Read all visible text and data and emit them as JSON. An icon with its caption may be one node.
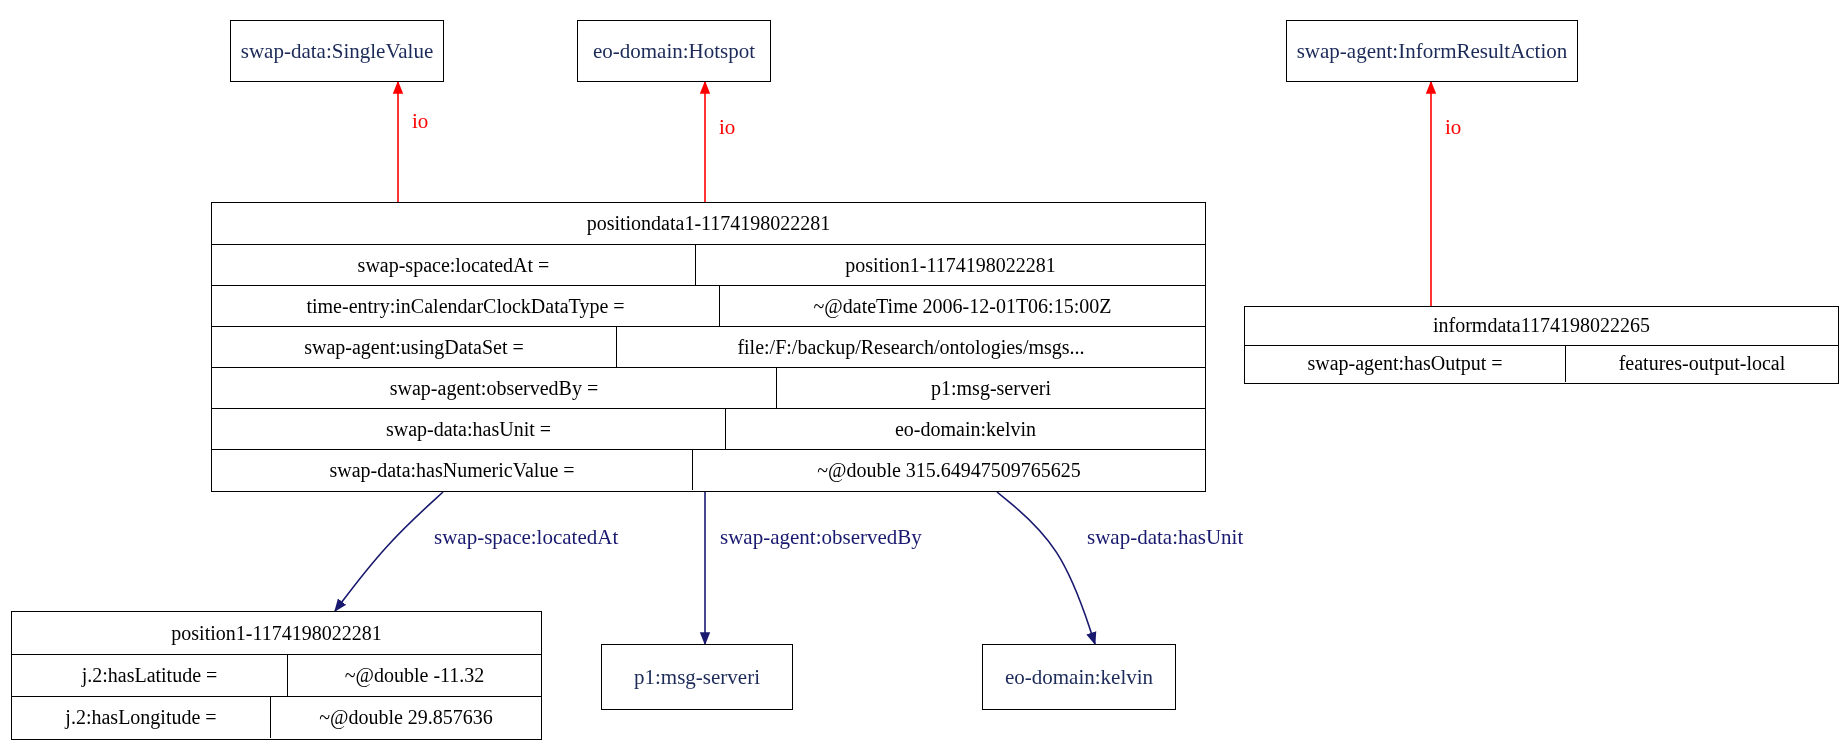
{
  "diagram": {
    "nodes": [
      {
        "text": [
          "swap-data:SingleValue"
        ]
      },
      {
        "text": [
          "eo-domain:Hotspot"
        ]
      },
      {
        "text": [
          "swap-agent:InformResultAction"
        ]
      },
      {
        "text": [
          "positiondata1-1174198022281",
          "swap-space:locatedAt =",
          "position1-1174198022281",
          "time-entry:inCalendarClockDataType =",
          "~@dateTime 2006-12-01T06:15:00Z",
          "swap-agent:usingDataSet =",
          "file:/F:/backup/Research/ontologies/msgs...",
          "swap-agent:observedBy =",
          "p1:msg-serveri",
          "swap-data:hasUnit =",
          "eo-domain:kelvin",
          "swap-data:hasNumericValue =",
          "~@double 315.64947509765625"
        ]
      },
      {
        "text": [
          "informdata1174198022265",
          "swap-agent:hasOutput =",
          "features-output-local"
        ]
      },
      {
        "text": [
          "position1-1174198022281",
          "j.2:hasLatitude =",
          "~@double -11.32",
          "j.2:hasLongitude =",
          "~@double 29.857636"
        ]
      },
      {
        "text": [
          "p1:msg-serveri"
        ]
      },
      {
        "text": [
          "eo-domain:kelvin"
        ]
      }
    ],
    "edges": [
      {
        "from": 3,
        "to": 0,
        "arrow": "to",
        "label": "io",
        "color": "#ff0000"
      },
      {
        "from": 3,
        "to": 1,
        "arrow": "to",
        "label": "io",
        "color": "#ff0000"
      },
      {
        "from": 4,
        "to": 2,
        "arrow": "to",
        "label": "io",
        "color": "#ff0000"
      },
      {
        "from": 3,
        "to": 5,
        "arrow": "to",
        "label": "swap-space:locatedAt",
        "color": "#191970"
      },
      {
        "from": 3,
        "to": 6,
        "arrow": "to",
        "label": "swap-agent:observedBy",
        "color": "#191970"
      },
      {
        "from": 3,
        "to": 7,
        "arrow": "to",
        "label": "swap-data:hasUnit",
        "color": "#191970"
      }
    ]
  }
}
